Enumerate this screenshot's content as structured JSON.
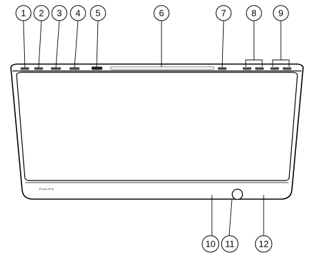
{
  "brand": "PHILIPS",
  "callouts_top": [
    "1",
    "2",
    "3",
    "4",
    "5",
    "6",
    "7",
    "8",
    "9"
  ],
  "callouts_bottom": [
    "10",
    "11",
    "12"
  ]
}
